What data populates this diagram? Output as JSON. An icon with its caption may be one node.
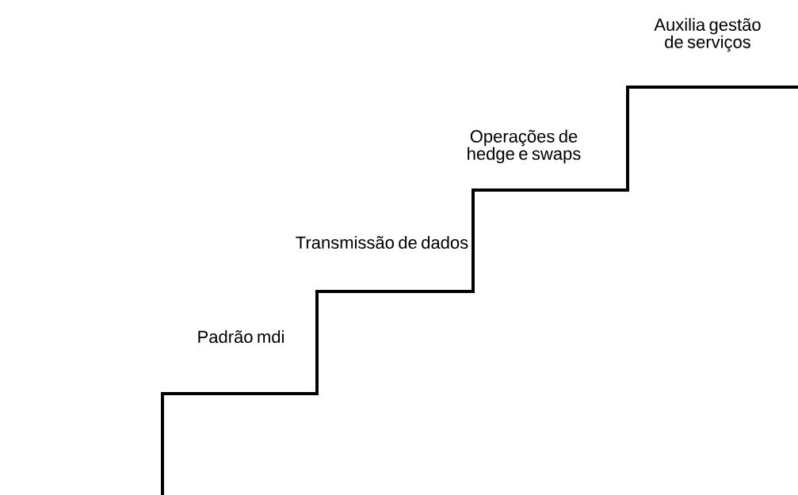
{
  "diagram": {
    "labels": [
      "Auxilia gestão de serviços",
      "Operações de hedge e swaps",
      "Transmissão de dados",
      "Padrão mdi"
    ]
  }
}
